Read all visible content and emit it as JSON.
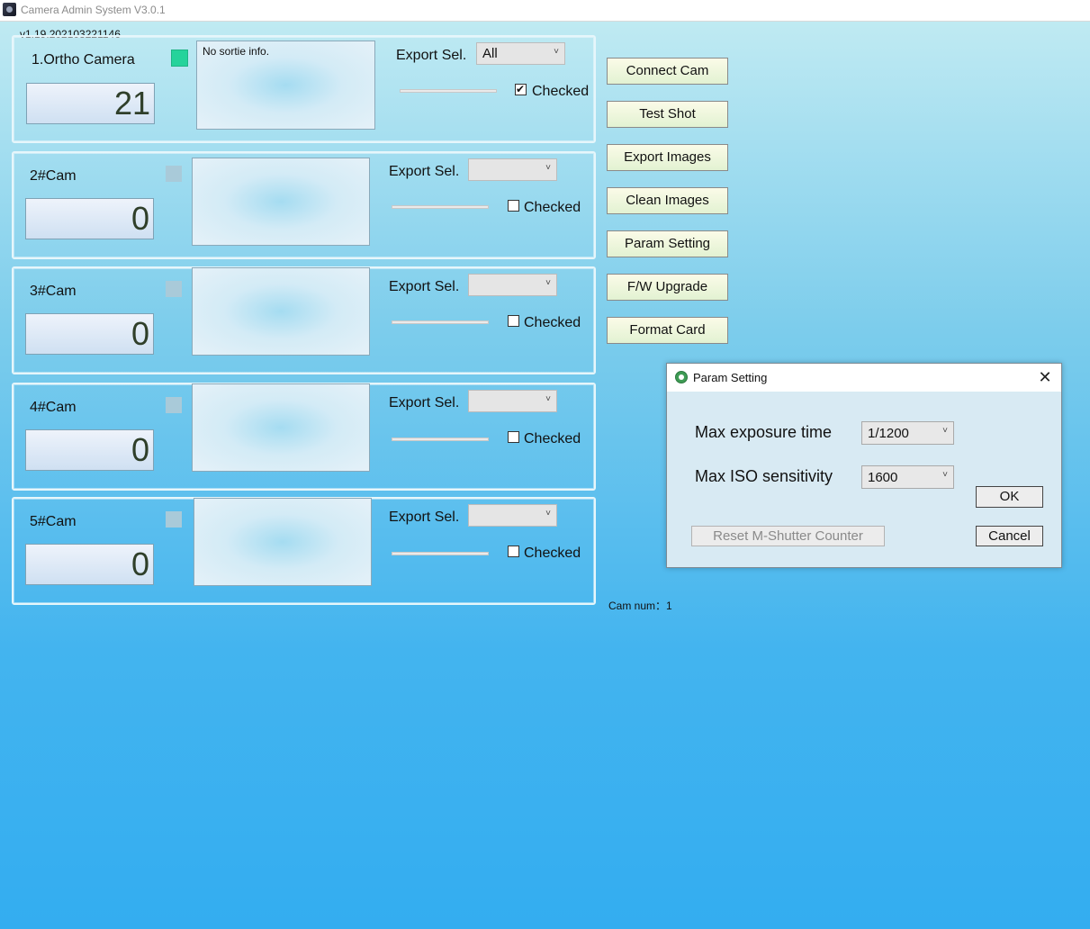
{
  "window": {
    "title": "Camera Admin System V3.0.1",
    "version": "v1.19.202103221146"
  },
  "cameras": [
    {
      "name": "1.Ortho Camera",
      "count": "21",
      "info": "No sortie info.",
      "export_label": "Export Sel.",
      "export_value": "All",
      "checked_label": "Checked",
      "checked": true,
      "status": "on"
    },
    {
      "name": "2#Cam",
      "count": "0",
      "info": "",
      "export_label": "Export Sel.",
      "export_value": "",
      "checked_label": "Checked",
      "checked": false,
      "status": "off"
    },
    {
      "name": "3#Cam",
      "count": "0",
      "info": "",
      "export_label": "Export Sel.",
      "export_value": "",
      "checked_label": "Checked",
      "checked": false,
      "status": "off"
    },
    {
      "name": "4#Cam",
      "count": "0",
      "info": "",
      "export_label": "Export Sel.",
      "export_value": "",
      "checked_label": "Checked",
      "checked": false,
      "status": "off"
    },
    {
      "name": "5#Cam",
      "count": "0",
      "info": "",
      "export_label": "Export Sel.",
      "export_value": "",
      "checked_label": "Checked",
      "checked": false,
      "status": "off"
    }
  ],
  "actions": {
    "connect_cam": "Connect Cam",
    "test_shot": "Test Shot",
    "export_images": "Export Images",
    "clean_images": "Clean Images",
    "param_setting": "Param Setting",
    "fw_upgrade": "F/W Upgrade",
    "format_card": "Format Card"
  },
  "status": {
    "cam_num": "Cam num：1"
  },
  "dialog": {
    "title": "Param Setting",
    "close_glyph": "✕",
    "max_exposure_label": "Max exposure time",
    "max_exposure_value": "1/1200",
    "max_iso_label": "Max ISO sensitivity",
    "max_iso_value": "1600",
    "ok": "OK",
    "cancel": "Cancel",
    "reset_counter": "Reset M-Shutter Counter"
  },
  "icons": {
    "chevron": "˅",
    "check": "✔"
  },
  "colors": {
    "status_on": "#25d39b",
    "status_off": "#a9cad9"
  }
}
